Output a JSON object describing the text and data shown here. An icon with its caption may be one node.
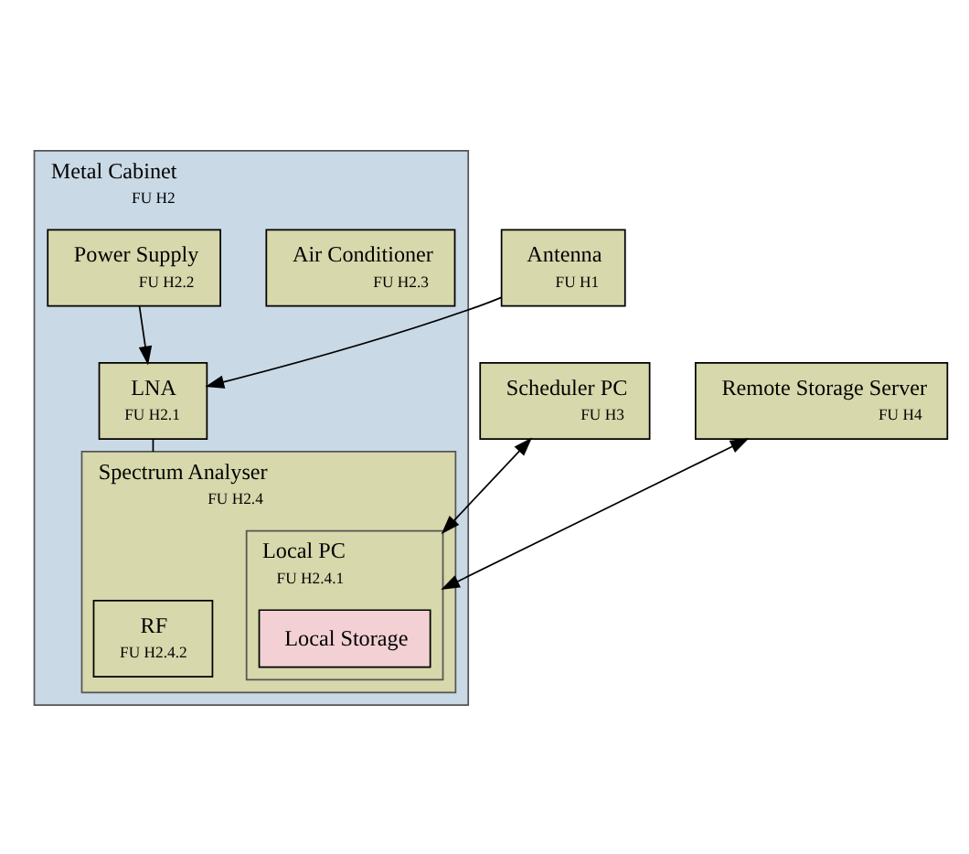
{
  "diagram": {
    "nodes": [
      {
        "text": [
          "Metal Cabinet",
          "FU H2"
        ]
      },
      {
        "text": [
          "Air Conditioner",
          "FU H2.3"
        ],
        "in": 0
      },
      {
        "text": [
          "Power Supply",
          "FU H2.2"
        ],
        "in": 0
      },
      {
        "text": [
          "LNA",
          "FU H2.1"
        ],
        "in": 0
      },
      {
        "text": [
          "Spectrum Analyser",
          "FU H2.4"
        ],
        "in": 0
      },
      {
        "text": [
          "RF",
          "FU H2.4.2"
        ],
        "in": 4
      },
      {
        "text": [
          "Local PC",
          "FU H2.4.1"
        ],
        "in": 4
      },
      {
        "text": [
          "Local Storage"
        ],
        "in": 6
      },
      {
        "text": [
          "Antenna",
          "FU H1"
        ]
      },
      {
        "text": [
          "Scheduler PC",
          "FU H3"
        ]
      },
      {
        "text": [
          "Remote Storage Server",
          "FU H4"
        ]
      }
    ],
    "edges": [
      {
        "from": 2,
        "to": 3,
        "arrow": "to"
      },
      {
        "from": 8,
        "to": 3,
        "arrow": "to"
      },
      {
        "from": 3,
        "to": 4,
        "arrow": "none"
      },
      {
        "from": 9,
        "to": 6,
        "arrow": "both"
      },
      {
        "from": 10,
        "to": 6,
        "arrow": "both"
      }
    ]
  }
}
